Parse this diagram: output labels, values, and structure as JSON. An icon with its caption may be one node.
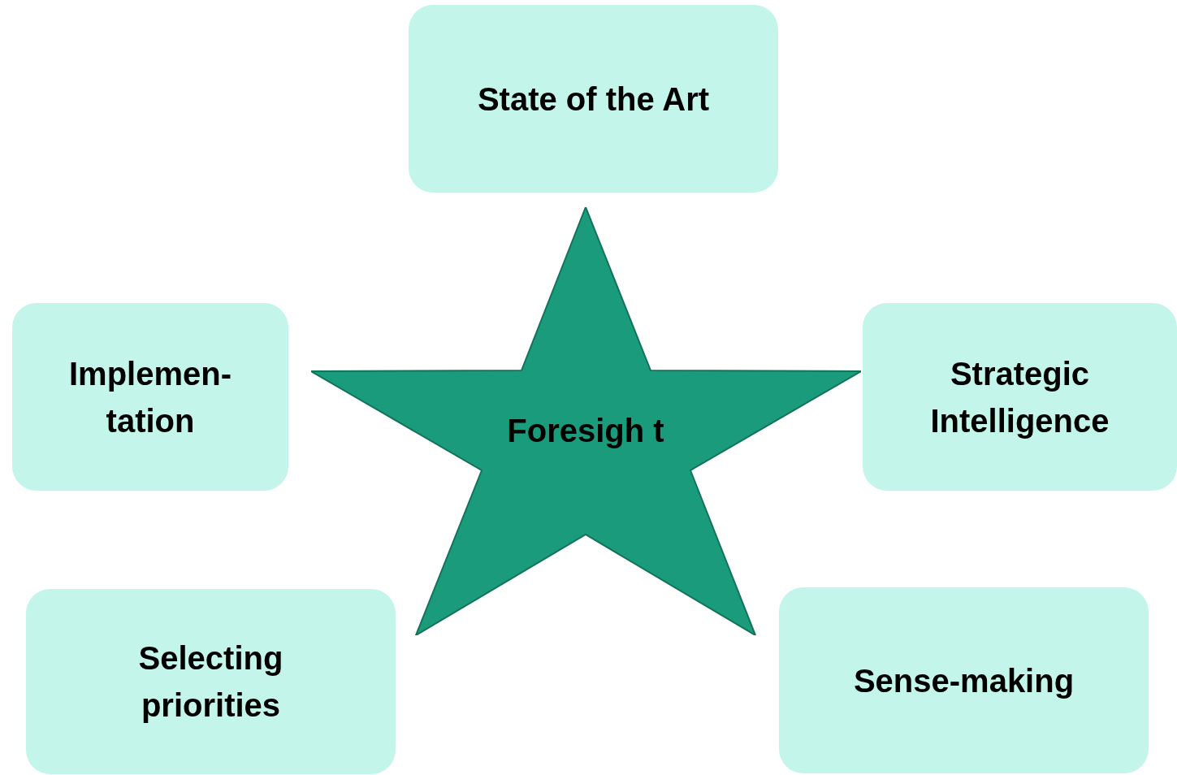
{
  "diagram": {
    "nodes": [
      {
        "text": [
          "State of the Art"
        ]
      },
      {
        "text": [
          "Implemen- tation"
        ]
      },
      {
        "text": [
          "Foresigh t"
        ]
      },
      {
        "text": [
          "Strategic Intelligence"
        ]
      },
      {
        "text": [
          "Selecting priorities"
        ]
      },
      {
        "text": [
          "Sense-making"
        ]
      }
    ]
  }
}
